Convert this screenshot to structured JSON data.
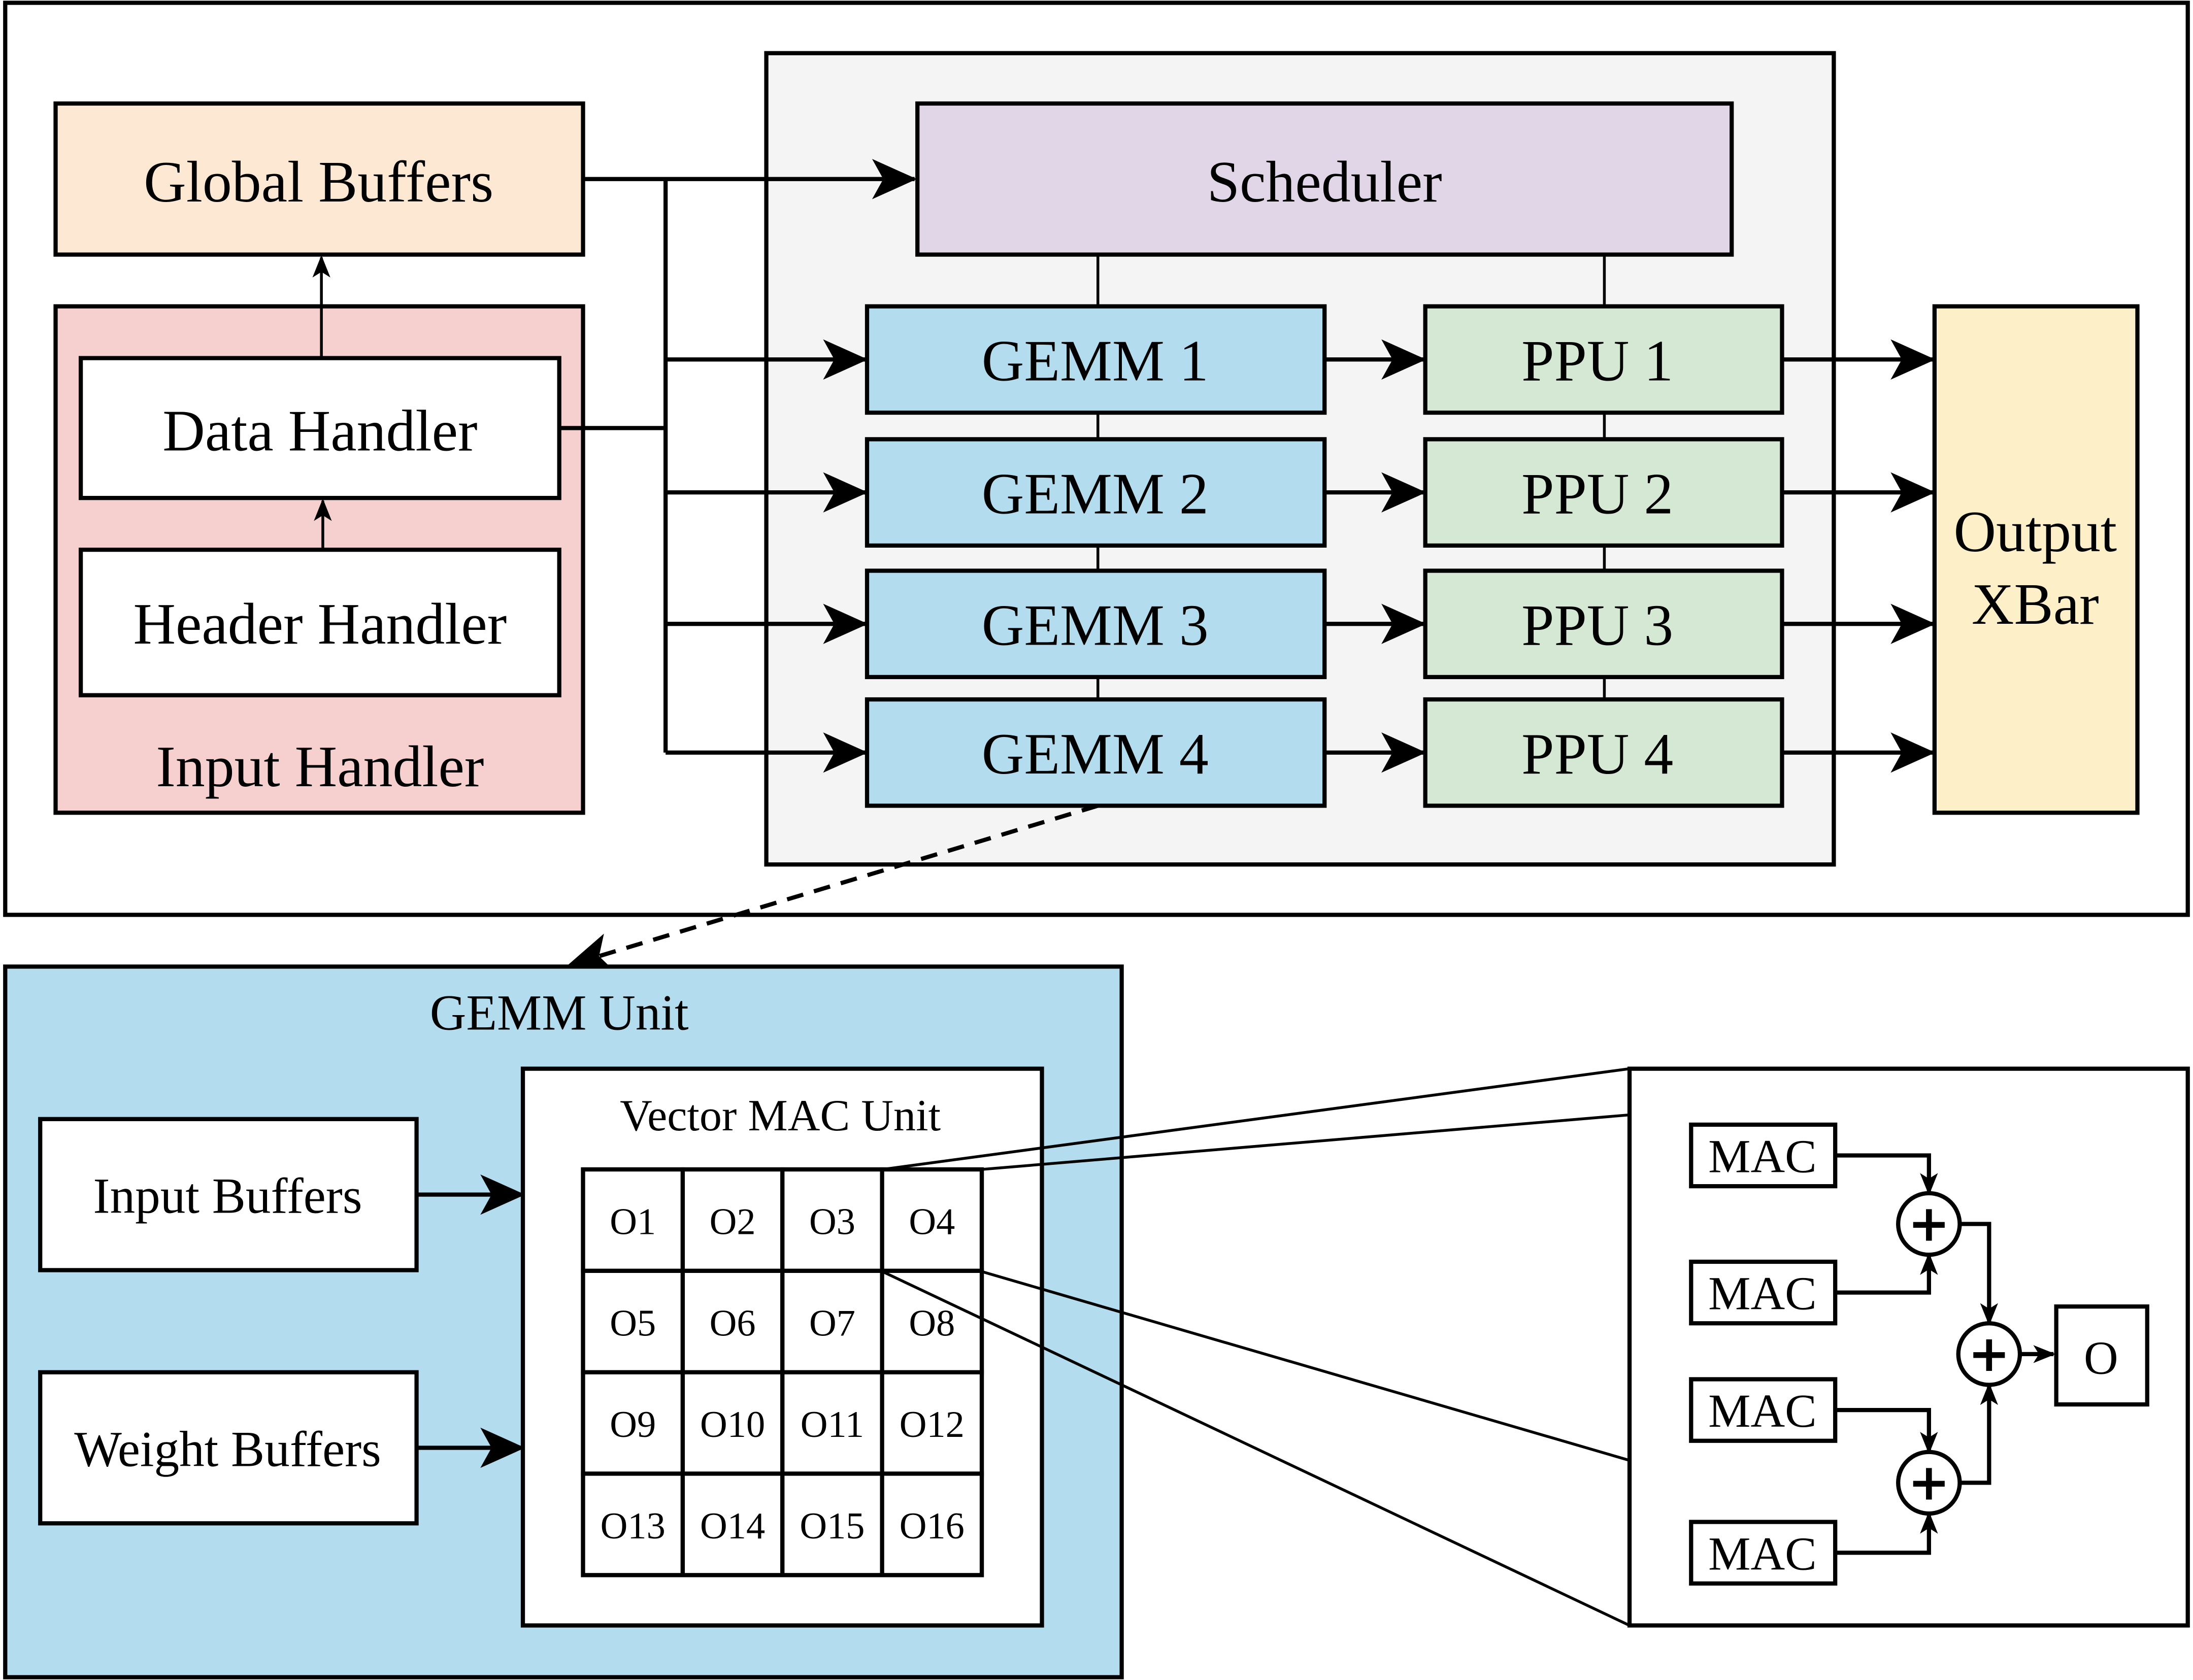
{
  "colors": {
    "global_buffers": "#fde9d3",
    "input_handler": "#f6d0cf",
    "handler_inner": "#ffffff",
    "cluster_bg": "#f4f4f5",
    "scheduler": "#e1d6e7",
    "gemm": "#b3dcee",
    "ppu": "#d5e8d4",
    "output_xbar": "#fdf0c8",
    "gemm_unit_bg": "#b3dcee",
    "white": "#ffffff",
    "stroke": "#000000"
  },
  "top": {
    "global_buffers": "Global Buffers",
    "input_handler": {
      "title": "Input Handler",
      "data_handler": "Data Handler",
      "header_handler": "Header Handler"
    },
    "scheduler": "Scheduler",
    "gemms": [
      "GEMM 1",
      "GEMM 2",
      "GEMM 3",
      "GEMM 4"
    ],
    "ppus": [
      "PPU 1",
      "PPU 2",
      "PPU 3",
      "PPU 4"
    ],
    "output_xbar": [
      "Output",
      "XBar"
    ]
  },
  "gemm_unit": {
    "title": "GEMM Unit",
    "input_buffers": "Input Buffers",
    "weight_buffers": "Weight Buffers",
    "vector_mac_unit": {
      "title": "Vector MAC Unit",
      "cells": [
        "O1",
        "O2",
        "O3",
        "O4",
        "O5",
        "O6",
        "O7",
        "O8",
        "O9",
        "O10",
        "O11",
        "O12",
        "O13",
        "O14",
        "O15",
        "O16"
      ]
    }
  },
  "detail": {
    "macs": [
      "MAC",
      "MAC",
      "MAC",
      "MAC"
    ],
    "adder_symbol": "+",
    "output": "O"
  }
}
